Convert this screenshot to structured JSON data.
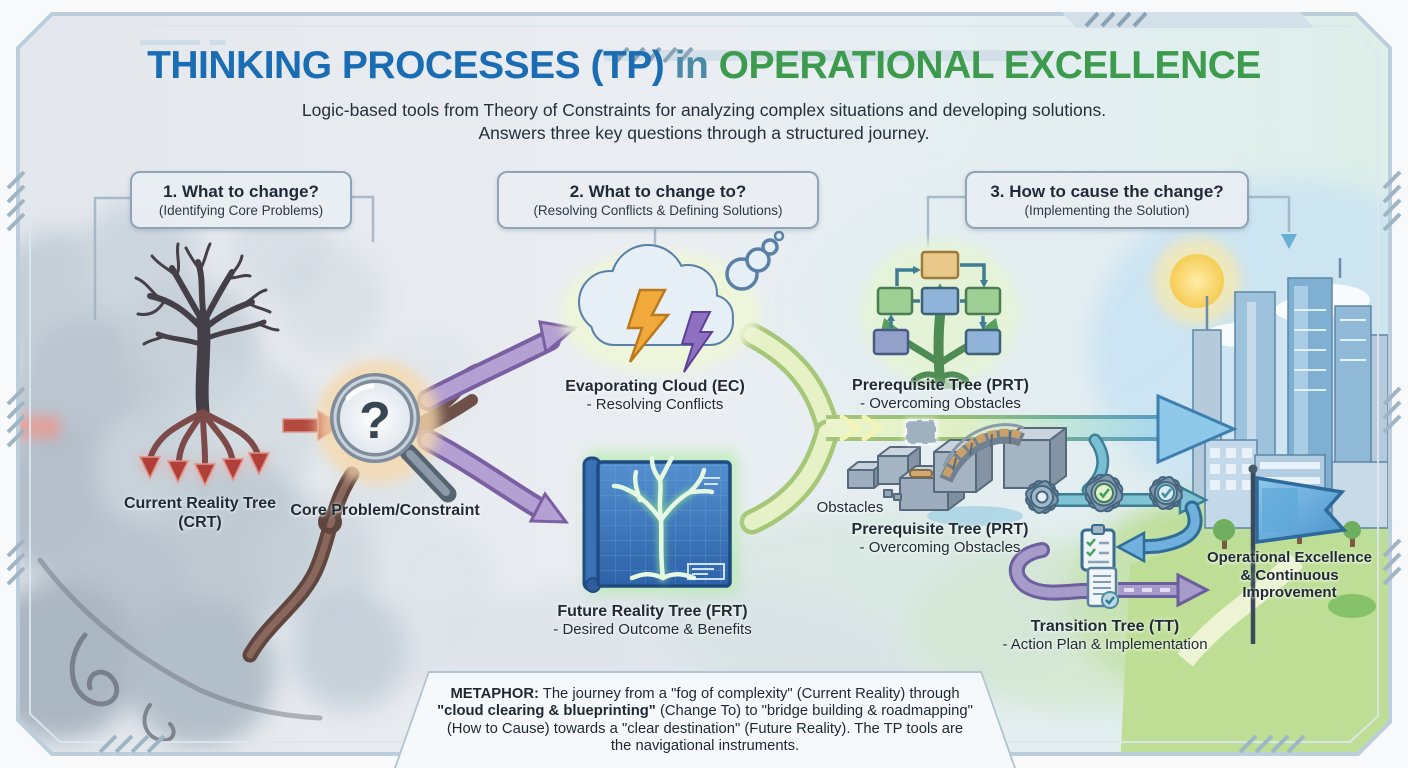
{
  "header": {
    "title_part1": "THINKING PROCESSES (TP)",
    "title_part2": "in",
    "title_part3": "OPERATIONAL EXCELLENCE",
    "subtitle_line1": "Logic-based tools from Theory of Constraints for analyzing complex situations and developing solutions.",
    "subtitle_line2": "Answers three key questions through a structured journey."
  },
  "questions": [
    {
      "title": "1. What to change?",
      "subtitle": "(Identifying Core Problems)"
    },
    {
      "title": "2. What to change to?",
      "subtitle": "(Resolving Conflicts & Defining Solutions)"
    },
    {
      "title": "3. How to cause the change?",
      "subtitle": "(Implementing the Solution)"
    }
  ],
  "labels": {
    "crt": {
      "line1": "Current Reality Tree",
      "line2": "(CRT)"
    },
    "core_problem": "Core Problem/Constraint",
    "magnifier_question": "?",
    "ec": {
      "line1": "Evaporating Cloud (EC)",
      "line2": "- Resolving Conflicts"
    },
    "frt": {
      "line1": "Future Reality Tree (FRT)",
      "line2": "- Desired Outcome & Benefits"
    },
    "prt_top": {
      "line1": "Prerequisite Tree (PRT)",
      "line2": "- Overcoming Obstacles"
    },
    "obstacles": "Obstacles",
    "prt_bottom": {
      "line1": "Prerequisite Tree (PRT)",
      "line2": "- Overcoming Obstacles"
    },
    "tt": {
      "line1": "Transition Tree (TT)",
      "line2": "- Action Plan & Implementation"
    },
    "outcome": {
      "line1": "Operational Excellence",
      "line2": "& Continuous",
      "line3": "Improvement"
    }
  },
  "metaphor": {
    "bold1": "METAPHOR:",
    "text1": " The journey from a \"fog of complexity\" (Current Reality) through ",
    "bold2": "\"cloud clearing & blueprinting\"",
    "text2": " (Change To) to \"bridge building & roadmapping\" (How to Cause) towards a \"clear destination\" (Future Reality). The TP tools are the navigational instruments."
  },
  "colors": {
    "title_blue": "#1b6db3",
    "title_teal": "#4a8ba8",
    "title_green": "#3c9b4c",
    "text_dark": "#212b36",
    "arrow_purple": "#b4a0d2",
    "arrow_green": "#dff0c6",
    "arrow_teal": "#79c0d4",
    "alert_red": "#b03f3a"
  }
}
